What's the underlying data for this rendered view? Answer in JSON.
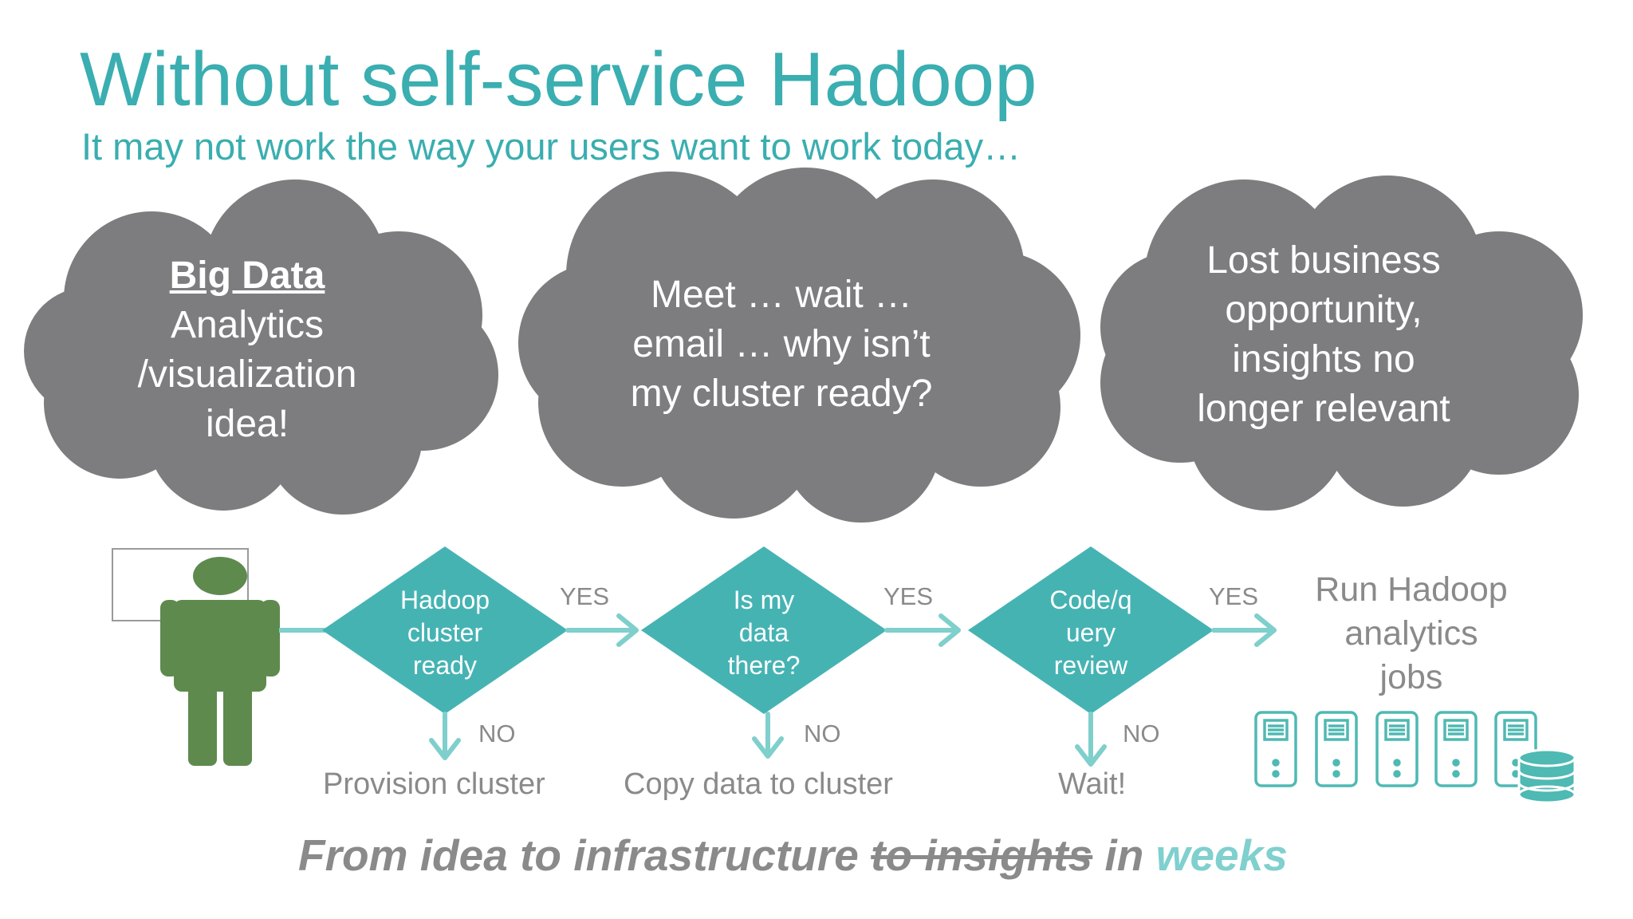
{
  "title": "Without self-service Hadoop",
  "subtitle": "It may not work the way your users want to work today…",
  "clouds": [
    {
      "heading": "Big Data",
      "lines": [
        "Analytics",
        "/visualization",
        "idea!"
      ]
    },
    {
      "heading": "",
      "lines": [
        "Meet … wait …",
        "email … why isn’t",
        "my cluster ready?"
      ]
    },
    {
      "heading": "",
      "lines": [
        "Lost business",
        "opportunity,",
        "insights no",
        "longer relevant"
      ]
    }
  ],
  "decisions": [
    {
      "lines": [
        "Hadoop",
        "cluster",
        "ready"
      ],
      "yes_label": "YES",
      "no_label": "NO",
      "no_outcome": "Provision cluster"
    },
    {
      "lines": [
        "Is my",
        "data",
        "there?"
      ],
      "yes_label": "YES",
      "no_label": "NO",
      "no_outcome": "Copy data to cluster"
    },
    {
      "lines": [
        "Code/q",
        "uery",
        "review"
      ],
      "yes_label": "YES",
      "no_label": "NO",
      "no_outcome": "Wait!"
    }
  ],
  "final_step": {
    "lines": [
      "Run Hadoop",
      "analytics",
      "jobs"
    ]
  },
  "tagline": {
    "prefix": "From idea to infrastructure ",
    "struck": "to insights",
    "middle": " in ",
    "emphasis": "weeks"
  },
  "colors": {
    "teal_title": "#3aaeb0",
    "diamond": "#46b3b3",
    "arrow": "#7fcfcc",
    "cloud": "#7d7d80",
    "person": "#5e8a4e",
    "label_gray": "#8a8a8a",
    "server": "#4fb9b3"
  },
  "icons": [
    "user-person-icon",
    "server-icon",
    "database-icon"
  ]
}
